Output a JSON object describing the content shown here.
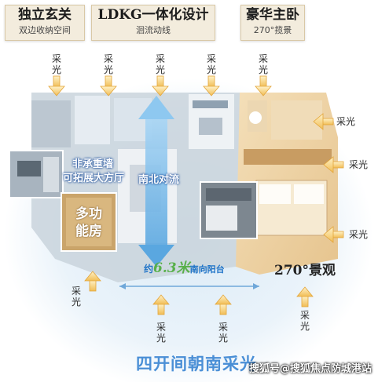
{
  "tags": {
    "entrance": {
      "main": "独立玄关",
      "sub": "双边收纳空间"
    },
    "ldkg": {
      "main": "LDKG一体化设计",
      "sub": "洄流动线"
    },
    "master": {
      "main": "豪华主卧",
      "sub": "270°揽景"
    }
  },
  "light_label": "采光",
  "labels": {
    "wall": [
      "非承重墙",
      "可拓展大方厅"
    ],
    "axis": "南北对流",
    "multi_room": [
      "多功",
      "能房"
    ],
    "balcony_prefix": "约",
    "balcony_value": "6.3米",
    "balcony_suffix": "南向阳台",
    "view": "270°景观",
    "bottom_title": "四开间朝南采光",
    "watermark": "搜狐号@搜狐焦点防城港站"
  },
  "icons": {
    "arrow": "down-arrow-icon",
    "axis": "double-arrow-icon",
    "dimension": "dimension-arrow-icon"
  },
  "colors": {
    "arrow": "#f4c86a",
    "blue_axis": "#5aa7e0",
    "warm": "#e8c58f",
    "tag_bg": "#f3ecdd",
    "title_blue": "#4a8fd6"
  }
}
